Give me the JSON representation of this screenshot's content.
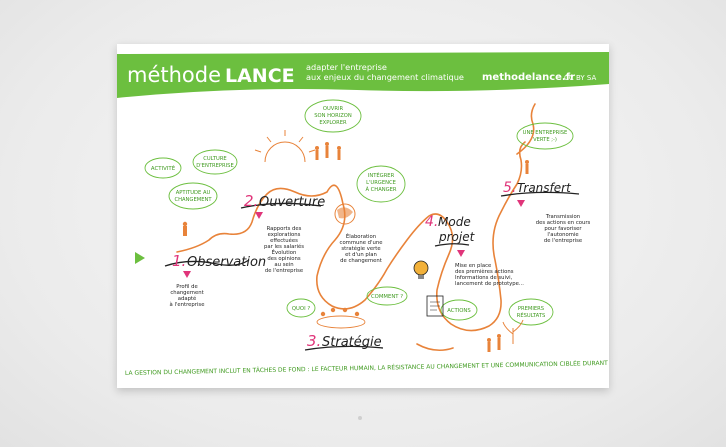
{
  "header": {
    "brand_light": "méthode",
    "brand_bold": "LANCE",
    "tagline_1": "adapter l'entreprise",
    "tagline_2": "aux enjeux du changement climatique",
    "url": "methodelance.fr",
    "license": "CC BY SA"
  },
  "steps": [
    {
      "num": "1.",
      "label": "Observation",
      "desc": [
        "Profil de",
        "changement",
        "adapté",
        "à l'entreprise"
      ]
    },
    {
      "num": "2.",
      "label": "Ouverture",
      "desc": [
        "Rapports des",
        "explorations",
        "effectuées",
        "par les salariés",
        "Évolution",
        "des opinions",
        "au sein",
        "de l'entreprise"
      ]
    },
    {
      "num": "3.",
      "label": "Stratégie",
      "desc": [
        "Élaboration",
        "commune d'une",
        "stratégie verte",
        "et d'un plan",
        "de changement"
      ]
    },
    {
      "num": "4.",
      "label": "Mode",
      "label2": "projet",
      "desc": [
        "Mise en place",
        "des premières actions",
        "Informations de suivi,",
        "lancement de prototype..."
      ]
    },
    {
      "num": "5.",
      "label": "Transfert",
      "desc": [
        "Transmission",
        "des actions en cours",
        "pour favoriser",
        "l'autonomie",
        "de l'entreprise"
      ]
    }
  ],
  "bubbles": {
    "activite": "ACTIVITÉ",
    "culture": [
      "CULTURE",
      "D'ENTREPRISE"
    ],
    "aptitude": [
      "APTITUDE AU",
      "CHANGEMENT"
    ],
    "ouvrir": [
      "OUVRIR",
      "SON HORIZON",
      "EXPLORER"
    ],
    "integrer": [
      "INTÉGRER",
      "L'URGENCE",
      "À CHANGER"
    ],
    "quoi": "QUOI ?",
    "comment": "COMMENT ?",
    "actions": "ACTIONS",
    "premiers": [
      "PREMIERS",
      "RÉSULTATS"
    ],
    "verte": [
      "UNE ENTREPRISE",
      "VERTE ;-)"
    ]
  },
  "footer": "LA GESTION DU CHANGEMENT INCLUT EN TÂCHES DE FOND : LE FACTEUR HUMAIN, LA RÉSISTANCE AU CHANGEMENT ET UNE COMMUNICATION CIBLÉE DURANT TOUT LE PARCOURS ) ) )",
  "colors": {
    "green": "#6cbf3f",
    "orange": "#e8833a",
    "pink": "#e0357a",
    "dark": "#222222",
    "wall": "#ececec"
  }
}
